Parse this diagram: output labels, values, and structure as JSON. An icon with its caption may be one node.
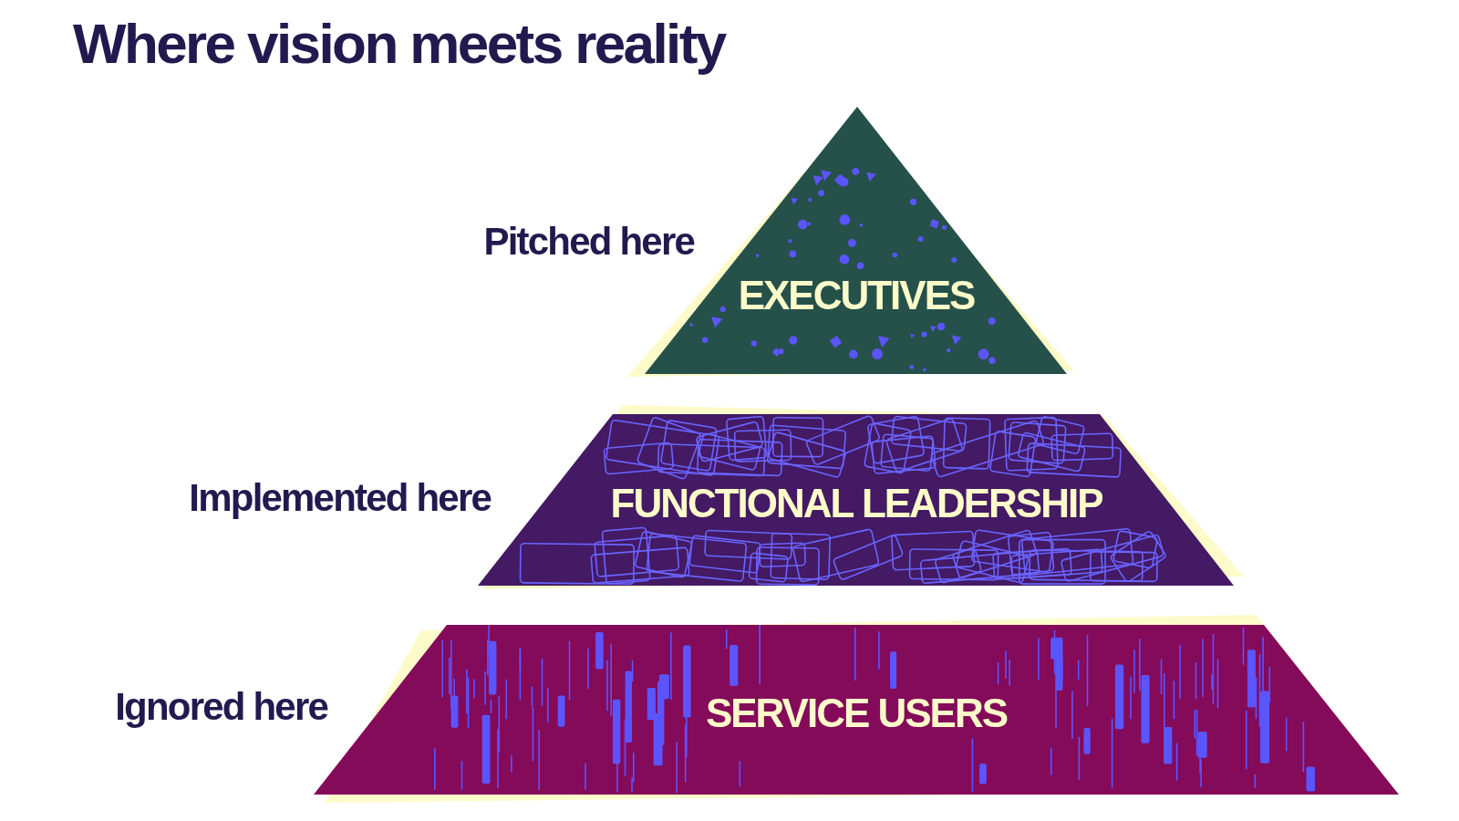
{
  "diagram": {
    "title": "Where vision meets reality",
    "nodes": [
      {
        "text": [
          "EXECUTIVES"
        ],
        "beside": [
          "Pitched here"
        ]
      },
      {
        "text": [
          "FUNCTIONAL LEADERSHIP"
        ],
        "beside": [
          "Implemented here"
        ]
      },
      {
        "text": [
          "SERVICE USERS"
        ],
        "beside": [
          "Ignored here"
        ]
      }
    ]
  }
}
